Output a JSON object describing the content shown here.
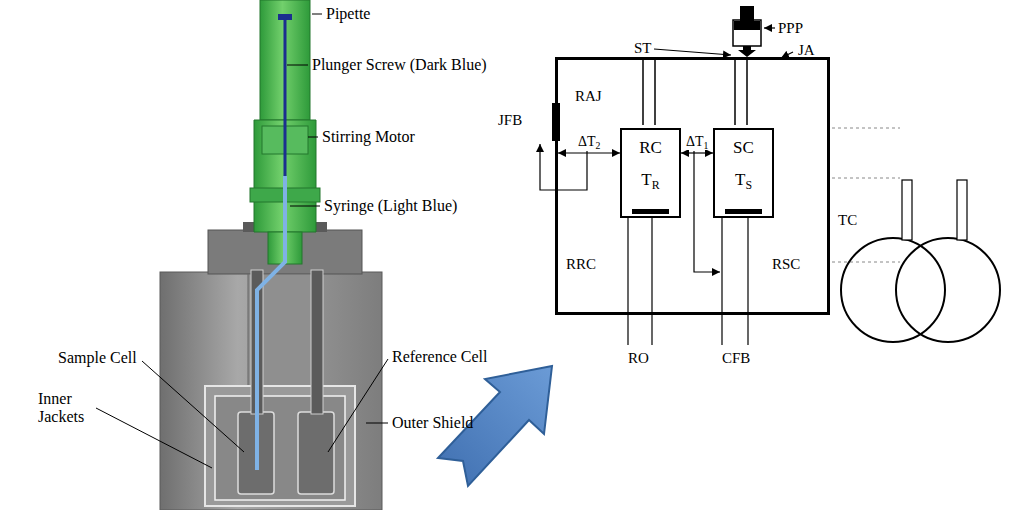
{
  "diagram": {
    "nodes": [
      {
        "text": [
          "JA"
        ]
      },
      {
        "text": [
          "RC",
          "TR"
        ],
        "in": 0
      },
      {
        "text": [
          "SC",
          "TS"
        ],
        "in": 0
      }
    ],
    "edges": [
      {
        "from": 1,
        "to": 2,
        "arrow": "both",
        "label": "ΔT1"
      },
      {
        "from": 0,
        "to": 1,
        "arrow": "both",
        "label": "ΔT2"
      }
    ],
    "labels": [
      "Pipette",
      "Plunger Screw (Dark Blue)",
      "Stirring Motor",
      "Syringe (Light Blue)",
      "Sample Cell",
      "Reference Cell",
      "Inner Jackets",
      "Outer Shield",
      "PPP",
      "ST",
      "JFB",
      "RAJ",
      "RRC",
      "RSC",
      "RO",
      "CFB",
      "TC"
    ]
  }
}
